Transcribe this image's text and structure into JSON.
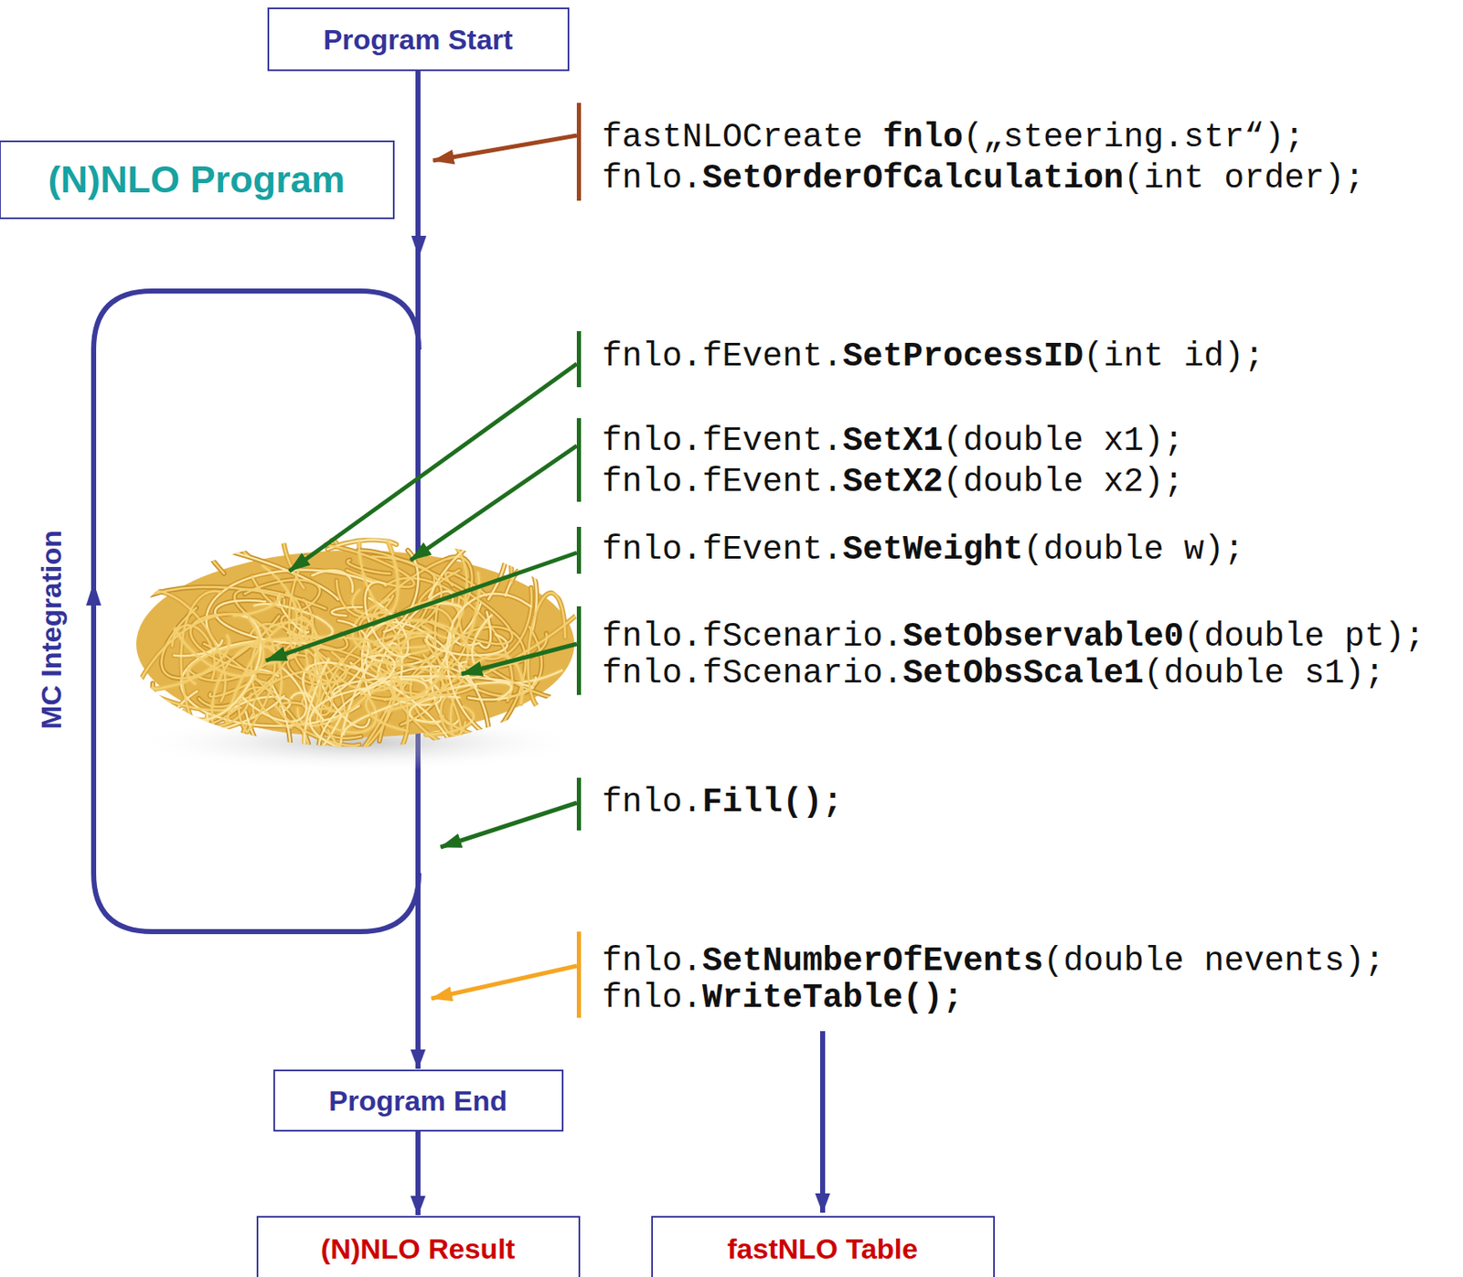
{
  "diagram": {
    "nodes": [
      {
        "text": [
          "Program Start"
        ]
      },
      {
        "text": [
          "(N)NLO Program"
        ]
      },
      {
        "text": [
          "Program End"
        ]
      },
      {
        "text": [
          "(N)NLO Result"
        ]
      },
      {
        "text": [
          "fastNLO Table"
        ]
      }
    ],
    "edges": [
      {
        "from": 0,
        "to": 2,
        "arrow": "to"
      },
      {
        "from": 2,
        "to": 3,
        "arrow": "to"
      }
    ],
    "labels": [
      "MC Integration",
      "fastNLOCreate fnlo(„steering.str“);",
      "fnlo.SetOrderOfCalculation(int order);",
      "fnlo.fEvent.SetProcessID(int id);",
      "fnlo.fEvent.SetX1(double x1);",
      "fnlo.fEvent.SetX2(double x2);",
      "fnlo.fEvent.SetWeight(double w);",
      "fnlo.fScenario.SetObservable0(double pt);",
      "fnlo.fScenario.SetObsScale1(double s1);",
      "fnlo.Fill();",
      "fnlo.SetNumberOfEvents(double nevents);",
      "fnlo.WriteTable();"
    ]
  }
}
